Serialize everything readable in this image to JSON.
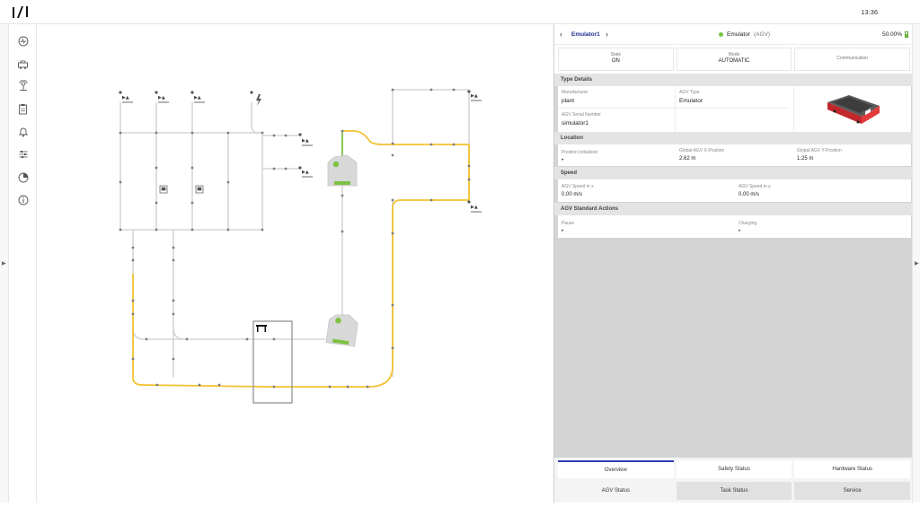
{
  "topbar": {
    "clock": "13:36"
  },
  "sidebar": {
    "icons": [
      "activity-icon",
      "vehicle-icon",
      "map-tower-icon",
      "clipboard-icon",
      "bell-icon",
      "sliders-icon",
      "pie-chart-icon",
      "info-icon"
    ]
  },
  "colors": {
    "path_yellow": "#f2c230",
    "path_gray": "#d7d7d7",
    "agv_green": "#7cc242",
    "accent_blue": "#2b3fb8"
  },
  "panel": {
    "agv_name": "Emulator1",
    "status_name": "Emulator",
    "status_type": "(AGV)",
    "battery": "50.00%",
    "state": {
      "label": "State",
      "value": "ON"
    },
    "mode": {
      "label": "Mode",
      "value": "AUTOMATIC"
    },
    "communication": {
      "label": "Communication",
      "value": ""
    },
    "type_details": {
      "title": "Type Details",
      "manufacturer_label": "Manufacturer",
      "manufacturer": "plant",
      "agv_type_label": "AGV Type",
      "agv_type": "Emulator",
      "serial_label": "AGV Serial Number",
      "serial": "simulator1"
    },
    "location": {
      "title": "Location",
      "initialized_label": "Position Initialized",
      "initialized": "•",
      "x_label": "Global AGV X-Position",
      "x": "2.62 m",
      "y_label": "Global AGV Y-Position",
      "y": "1.25 m"
    },
    "speed": {
      "title": "Speed",
      "vx_label": "AGV Speed in x",
      "vx": "0.00 m/s",
      "vy_label": "AGV Speed in y",
      "vy": "0.00 m/s"
    },
    "actions": {
      "title": "AGV Standard Actions",
      "pause_label": "Pause",
      "pause": "•",
      "charging_label": "Charging",
      "charging": "•"
    },
    "tabs_top": [
      "Overview",
      "Safety Status",
      "Hardware Status"
    ],
    "tabs_bottom": [
      "AGV Status",
      "Task Status",
      "Service"
    ]
  }
}
